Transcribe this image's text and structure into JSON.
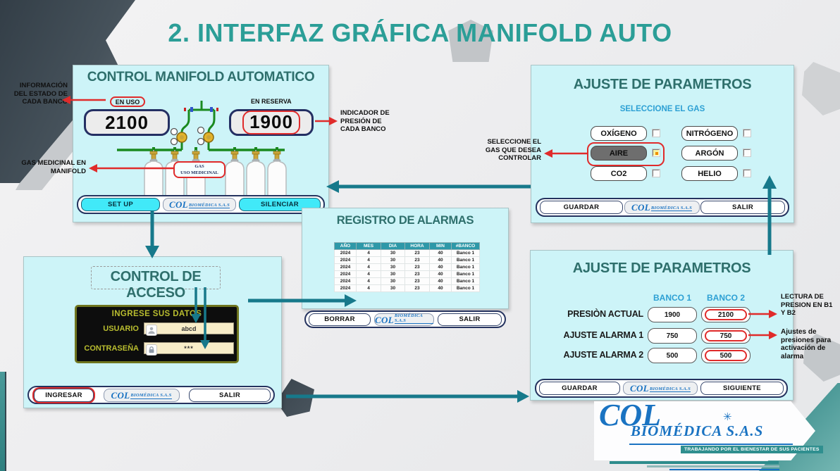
{
  "title": "2. INTERFAZ GRÁFICA MANIFOLD AUTO",
  "brand": {
    "col": "COL",
    "biomedica": "BIOMÉDICA S.A.S",
    "star": "✳",
    "tagline": "TRABAJANDO POR EL BIENESTAR DE SUS PACIENTES"
  },
  "colors": {
    "accent_teal": "#2b9e97",
    "arrow_teal": "#17798b",
    "alert_red": "#e02b2b",
    "panel_cyan": "#cdf4f8",
    "button_cyan": "#41e9f8",
    "navy_border": "#25335f",
    "table_header_teal": "#2e98a8",
    "link_blue": "#2da0d4"
  },
  "manifold": {
    "title": "CONTROL MANIFOLD AUTOMATICO",
    "en_uso": "EN USO",
    "en_reserva": "EN RESERVA",
    "pressure_in_use": "2100",
    "pressure_reserve": "1900",
    "gas_tag_line1": "GAS",
    "gas_tag_line2": "USO MEDICINAL",
    "setup": "SET UP",
    "silenciar": "SILENCIAR"
  },
  "gas_select": {
    "title": "AJUSTE DE PARAMETROS",
    "subtitle": "SELECCIONE EL GAS",
    "gases_left": [
      "OXÍGENO",
      "AIRE",
      "CO2"
    ],
    "gases_right": [
      "NITRÓGENO",
      "ARGÓN",
      "HELIO"
    ],
    "selected_gas": "AIRE",
    "guardar": "GUARDAR",
    "salir": "SALIR"
  },
  "alarms": {
    "title": "REGISTRO DE ALARMAS",
    "columns": [
      "AÑO",
      "MES",
      "DIA",
      "HORA",
      "MIN",
      "#BANCO"
    ],
    "rows": [
      [
        "2024",
        "4",
        "30",
        "23",
        "40",
        "Banco 1"
      ],
      [
        "2024",
        "4",
        "30",
        "23",
        "40",
        "Banco 1"
      ],
      [
        "2024",
        "4",
        "30",
        "23",
        "40",
        "Banco 1"
      ],
      [
        "2024",
        "4",
        "30",
        "23",
        "40",
        "Banco 1"
      ],
      [
        "2024",
        "4",
        "30",
        "23",
        "40",
        "Banco 1"
      ],
      [
        "2024",
        "4",
        "30",
        "23",
        "40",
        "Banco 1"
      ]
    ],
    "borrar": "BORRAR",
    "salir": "SALIR"
  },
  "access": {
    "title": "CONTROL DE ACCESO",
    "form_title": "INGRESE SUS DATOS",
    "user_label": "USUARIO",
    "user_value": "abcd",
    "pass_label": "CONTRASEÑA",
    "pass_value": "***",
    "ingresar": "INGRESAR",
    "salir": "SALIR"
  },
  "params": {
    "title": "AJUSTE DE PARAMETROS",
    "bank1": "BANCO 1",
    "bank2": "BANCO 2",
    "rows": [
      {
        "label": "PRESIÒN ACTUAL",
        "b1": "1900",
        "b2": "2100"
      },
      {
        "label": "AJUSTE ALARMA 1",
        "b1": "750",
        "b2": "750"
      },
      {
        "label": "AJUSTE ALARMA 2",
        "b1": "500",
        "b2": "500"
      }
    ],
    "guardar": "GUARDAR",
    "siguiente": "SIGUIENTE"
  },
  "annotations": {
    "estado": "INFORMACIÓN DEL ESTADO DE CADA BANCO",
    "indicador": "INDICADOR DE PRESIÓN DE CADA BANCO",
    "gas_medicinal": "GAS MEDICINAL EN MANIFOLD",
    "seleccione": "SELECCIONE EL GAS QUE DESEA CONTROLAR",
    "lectura": "LECTURA DE PRESION EN B1 Y B2",
    "ajustes": "Ajustes de presiones para activación de alarma"
  }
}
